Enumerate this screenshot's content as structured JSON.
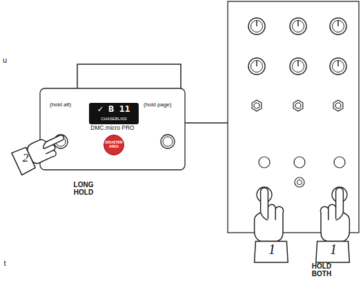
{
  "diagram": {
    "nodes": [
      {
        "text": [
          "(hold alt)",
          "(hold page)",
          "DMC.micro PRO"
        ]
      },
      {
        "text": [
          "✓ B 11",
          "CHASEBLISS"
        ],
        "in": 0
      },
      {
        "text": [
          "DISASTER AREA"
        ],
        "in": 0
      }
    ],
    "labels": [
      "2",
      "LONG HOLD",
      "1",
      "1",
      "HOLD BOTH",
      "u",
      "t"
    ]
  }
}
